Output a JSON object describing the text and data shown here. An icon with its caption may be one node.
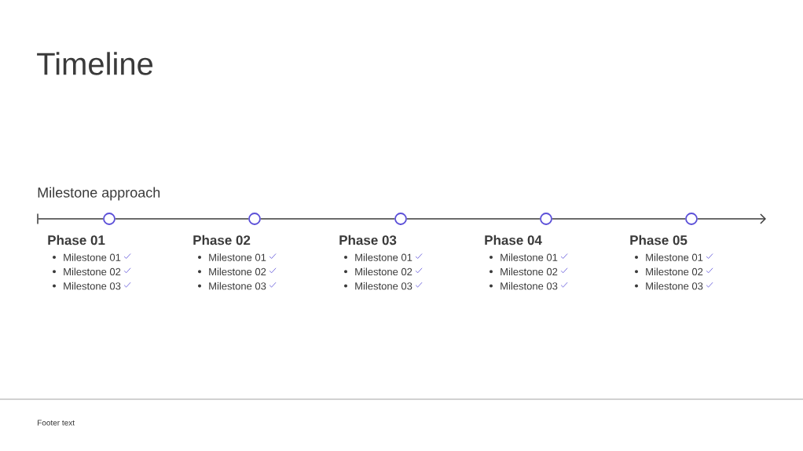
{
  "diagram": {
    "title": "Timeline",
    "nodes": [
      {
        "text": [],
        "shape": "bar"
      },
      {
        "text": [],
        "shape": "circle",
        "beside": [
          "Phase 01",
          "Milestone 01",
          "Milestone 02",
          "Milestone 03"
        ]
      },
      {
        "text": [],
        "shape": "circle",
        "beside": [
          "Phase 02",
          "Milestone 01",
          "Milestone 02",
          "Milestone 03"
        ]
      },
      {
        "text": [],
        "shape": "circle",
        "beside": [
          "Phase 03",
          "Milestone 01",
          "Milestone 02",
          "Milestone 03"
        ]
      },
      {
        "text": [],
        "shape": "circle",
        "beside": [
          "Phase 04",
          "Milestone 01",
          "Milestone 02",
          "Milestone 03"
        ]
      },
      {
        "text": [],
        "shape": "circle",
        "beside": [
          "Phase 05",
          "Milestone 01",
          "Milestone 02",
          "Milestone 03"
        ]
      }
    ],
    "edges": [
      {
        "from": 0,
        "to": 1,
        "arrow": "none"
      },
      {
        "from": 1,
        "to": 2,
        "arrow": "none"
      },
      {
        "from": 2,
        "to": 3,
        "arrow": "none"
      },
      {
        "from": 3,
        "to": 4,
        "arrow": "none"
      },
      {
        "from": 4,
        "to": 5,
        "arrow": "none"
      },
      {
        "from": 5,
        "to": null,
        "arrow": "to"
      }
    ],
    "labels": [
      "Milestone approach",
      "Footer text"
    ]
  }
}
